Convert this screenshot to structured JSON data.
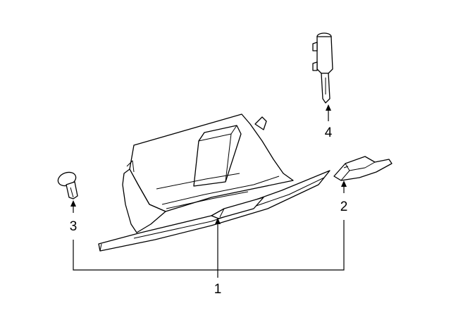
{
  "callouts": {
    "glove_box": "1",
    "striker": "2",
    "bumper": "3",
    "lamp": "4"
  }
}
